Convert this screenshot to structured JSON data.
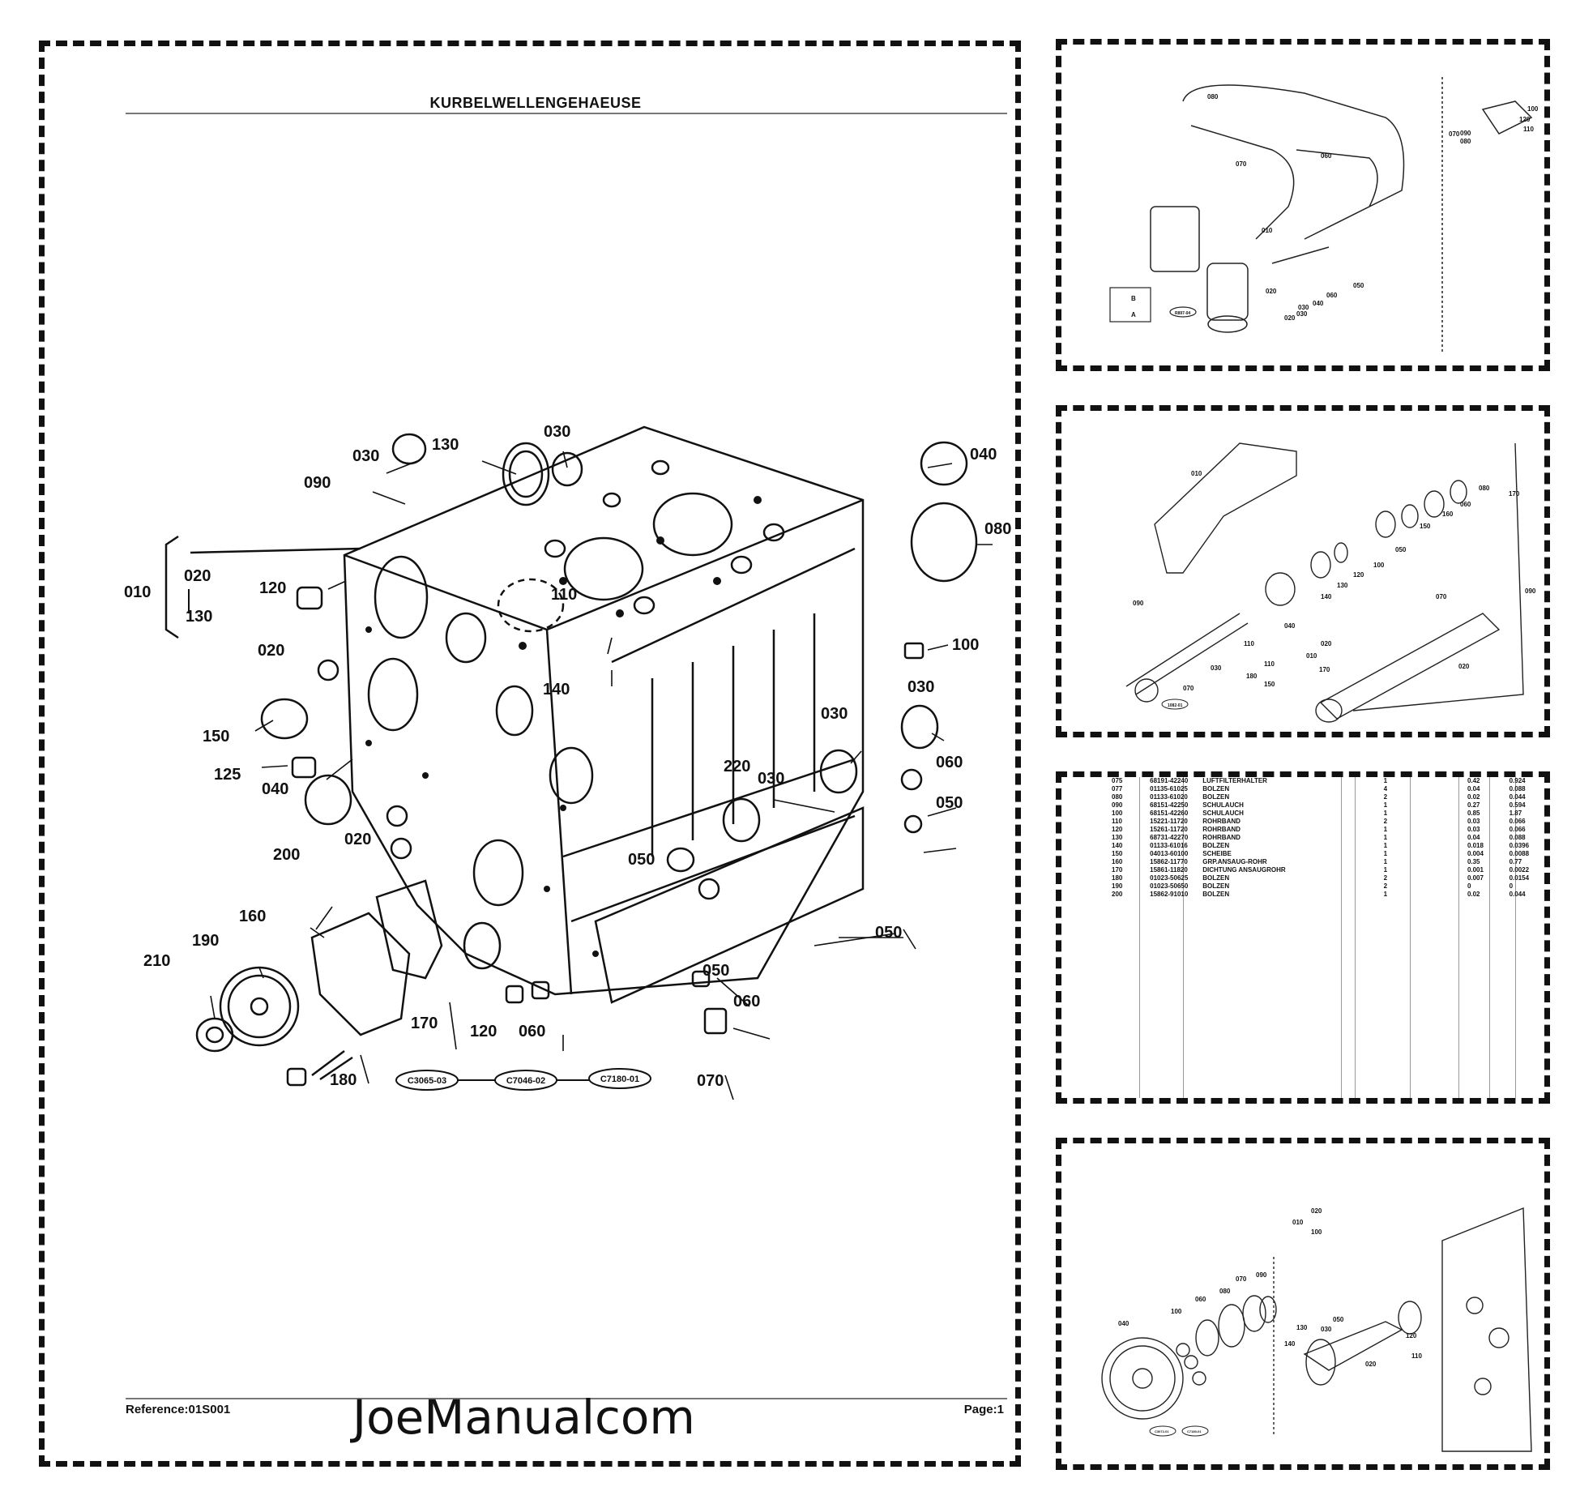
{
  "main_page": {
    "title": "KURBELWELLENGEHAEUSE",
    "reference": "Reference:01S001",
    "page": "Page:1",
    "watermark": "JoeManualcom",
    "callouts": [
      "010",
      "020",
      "130",
      "030",
      "130",
      "030",
      "090",
      "040",
      "080",
      "120",
      "110",
      "140",
      "020",
      "100",
      "150",
      "030",
      "125",
      "040",
      "030",
      "220",
      "030",
      "060",
      "020",
      "050",
      "050",
      "200",
      "160",
      "190",
      "050",
      "210",
      "050",
      "060",
      "170",
      "120",
      "060",
      "070",
      "180"
    ],
    "bracket_range": [
      "020",
      "130"
    ],
    "reference_codes": [
      "C3065-03",
      "C7046-02",
      "C7180-01"
    ]
  },
  "thumb1": {
    "labels": [
      "080",
      "070",
      "060",
      "100",
      "120",
      "110",
      "070",
      "090",
      "080",
      "010",
      "020",
      "030",
      "040",
      "060",
      "050",
      "020",
      "030",
      "B",
      "A"
    ],
    "ref_code": "R897-04"
  },
  "thumb2": {
    "labels": [
      "010",
      "080",
      "170",
      "060",
      "160",
      "150",
      "050",
      "100",
      "120",
      "130",
      "140",
      "040",
      "090",
      "110",
      "030",
      "070",
      "020",
      "010",
      "170",
      "180",
      "110",
      "150",
      "090",
      "070",
      "020"
    ],
    "ref_code": "1082-01"
  },
  "thumb3": {
    "rows": [
      {
        "no": "075",
        "part": "68191-42240",
        "desc": "LUFTFILTERHALTER",
        "qty": "1",
        "w1": "0.42",
        "w2": "0.924"
      },
      {
        "no": "077",
        "part": "01135-61025",
        "desc": "BOLZEN",
        "qty": "4",
        "w1": "0.04",
        "w2": "0.088"
      },
      {
        "no": "080",
        "part": "01133-61020",
        "desc": "BOLZEN",
        "qty": "2",
        "w1": "0.02",
        "w2": "0.044"
      },
      {
        "no": "090",
        "part": "68151-42250",
        "desc": "SCHULAUCH",
        "qty": "1",
        "w1": "0.27",
        "w2": "0.594"
      },
      {
        "no": "100",
        "part": "68151-42260",
        "desc": "SCHULAUCH",
        "qty": "1",
        "w1": "0.85",
        "w2": "1.87"
      },
      {
        "no": "110",
        "part": "15221-11720",
        "desc": "ROHRBAND",
        "qty": "2",
        "w1": "0.03",
        "w2": "0.066"
      },
      {
        "no": "120",
        "part": "15261-11720",
        "desc": "ROHRBAND",
        "qty": "1",
        "w1": "0.03",
        "w2": "0.066"
      },
      {
        "no": "130",
        "part": "68731-42270",
        "desc": "ROHRBAND",
        "qty": "1",
        "w1": "0.04",
        "w2": "0.088"
      },
      {
        "no": "140",
        "part": "01133-61016",
        "desc": "BOLZEN",
        "qty": "1",
        "w1": "0.018",
        "w2": "0.0396"
      },
      {
        "no": "150",
        "part": "04013-60100",
        "desc": "SCHEIBE",
        "qty": "1",
        "w1": "0.004",
        "w2": "0.0088"
      },
      {
        "no": "160",
        "part": "15862-11770",
        "desc": "GRP.ANSAUG-ROHR",
        "qty": "1",
        "w1": "0.35",
        "w2": "0.77"
      },
      {
        "no": "170",
        "part": "15861-11820",
        "desc": "DICHTUNG ANSAUGROHR",
        "qty": "1",
        "w1": "0.001",
        "w2": "0.0022"
      },
      {
        "no": "180",
        "part": "01023-50625",
        "desc": "BOLZEN",
        "qty": "2",
        "w1": "0.007",
        "w2": "0.0154"
      },
      {
        "no": "190",
        "part": "01023-50650",
        "desc": "BOLZEN",
        "qty": "2",
        "w1": "0",
        "w2": "0"
      },
      {
        "no": "200",
        "part": "15862-91010",
        "desc": "BOLZEN",
        "qty": "1",
        "w1": "0.02",
        "w2": "0.044"
      }
    ]
  },
  "thumb4": {
    "labels": [
      "010",
      "020",
      "100",
      "080",
      "070",
      "090",
      "060",
      "100",
      "040",
      "050",
      "130",
      "030",
      "140",
      "120",
      "110",
      "020"
    ],
    "ref_codes": [
      "C3072-01",
      "C7180-01"
    ]
  }
}
